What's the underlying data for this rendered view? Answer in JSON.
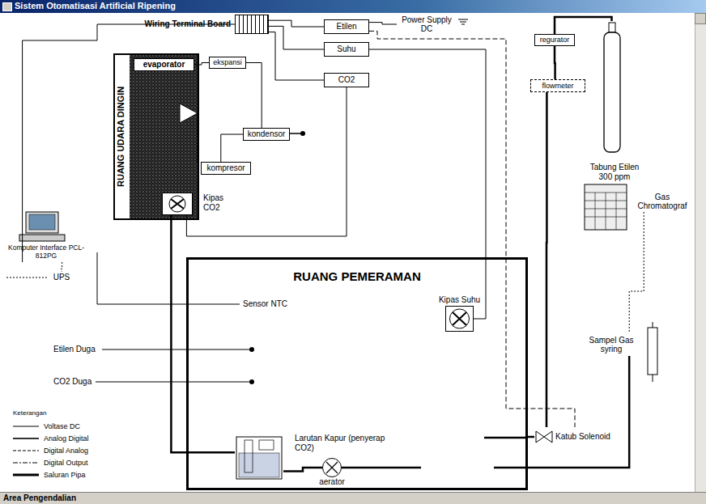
{
  "diagram": {
    "title": "Sistem Otomatisasi Artificial Ripening",
    "nodes": [
      {
        "text": [
          "Wiring Terminal Board"
        ]
      },
      {
        "text": [
          "Etilen"
        ]
      },
      {
        "text": [
          "Suhu"
        ]
      },
      {
        "text": [
          "CO2"
        ]
      },
      {
        "text": [
          "Power Supply DC"
        ]
      },
      {
        "text": [
          "RUANG UDARA DINGIN"
        ]
      },
      {
        "text": [
          "evaporator"
        ],
        "in": 5
      },
      {
        "text": [
          "ekspansi"
        ]
      },
      {
        "text": [
          "kondensor"
        ]
      },
      {
        "text": [
          "kompresor"
        ]
      },
      {
        "text": [
          "Kipas CO2"
        ],
        "in": 5
      },
      {
        "text": [
          "RUANG PEMERAMAN"
        ]
      },
      {
        "text": [
          "Kipas Suhu"
        ],
        "in": 11
      },
      {
        "text": [
          "Larutan Kapur (penyerap CO2)"
        ],
        "in": 11
      },
      {
        "text": [
          "aerator"
        ],
        "in": 11
      },
      {
        "text": [
          "Komputer Interface PCL-812PG"
        ]
      },
      {
        "text": [
          "UPS"
        ]
      },
      {
        "text": [
          "regurator"
        ]
      },
      {
        "text": [
          "flowmeter"
        ]
      },
      {
        "text": [
          "Tabung Etilen 300 ppm"
        ]
      },
      {
        "text": [
          "Gas Chromatograf"
        ]
      },
      {
        "text": [
          "Sampel Gas syring"
        ]
      },
      {
        "text": [
          "Katub Solenoid"
        ]
      }
    ],
    "edges": [
      {
        "from": 0,
        "to": 1,
        "arrow": "none"
      },
      {
        "from": 0,
        "to": 2,
        "arrow": "none"
      },
      {
        "from": 0,
        "to": 3,
        "arrow": "none"
      },
      {
        "from": 4,
        "to": 1,
        "arrow": "none"
      },
      {
        "from": 2,
        "to": 12,
        "arrow": "none"
      },
      {
        "from": 3,
        "to": 10,
        "arrow": "none"
      },
      {
        "from": 15,
        "to": 0,
        "arrow": "none"
      },
      {
        "from": 15,
        "to": 16,
        "arrow": "none"
      },
      {
        "from": 19,
        "to": 17,
        "arrow": "none"
      },
      {
        "from": 17,
        "to": 18,
        "arrow": "none"
      },
      {
        "from": 18,
        "to": 22,
        "arrow": "none"
      },
      {
        "from": 1,
        "to": 22,
        "arrow": "none"
      },
      {
        "from": 22,
        "to": 11,
        "arrow": "none"
      },
      {
        "from": 21,
        "to": 11,
        "arrow": "none"
      },
      {
        "from": 20,
        "to": 21,
        "arrow": "none"
      },
      {
        "from": 13,
        "to": 14,
        "arrow": "none"
      },
      {
        "from": 10,
        "to": 13,
        "arrow": "none"
      },
      {
        "from": 6,
        "to": 7,
        "arrow": "none"
      },
      {
        "from": 7,
        "to": 8,
        "arrow": "none"
      },
      {
        "from": 8,
        "to": 9,
        "arrow": "none"
      }
    ],
    "labels": [
      "Sensor NTC",
      "Etilen Duga",
      "CO2 Duga",
      "Keterangan",
      "Area Pengendalian"
    ],
    "legend": [
      {
        "text": "Voltase DC"
      },
      {
        "text": "Analog Digital"
      },
      {
        "text": "Digital Analog"
      },
      {
        "text": "Digital Output"
      },
      {
        "text": "Saluran Pipa"
      }
    ]
  }
}
